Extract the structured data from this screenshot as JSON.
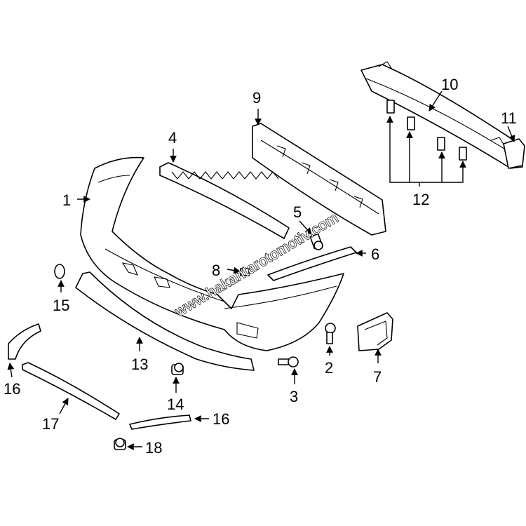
{
  "watermark": "www.hakantarotomotiv.com",
  "callouts": {
    "c1": "1",
    "c2": "2",
    "c3": "3",
    "c4": "4",
    "c5": "5",
    "c6": "6",
    "c7": "7",
    "c8": "8",
    "c9": "9",
    "c10": "10",
    "c11": "11",
    "c12": "12",
    "c13": "13",
    "c14": "14",
    "c15": "15",
    "c16a": "16",
    "c16b": "16",
    "c17": "17",
    "c18": "18"
  }
}
